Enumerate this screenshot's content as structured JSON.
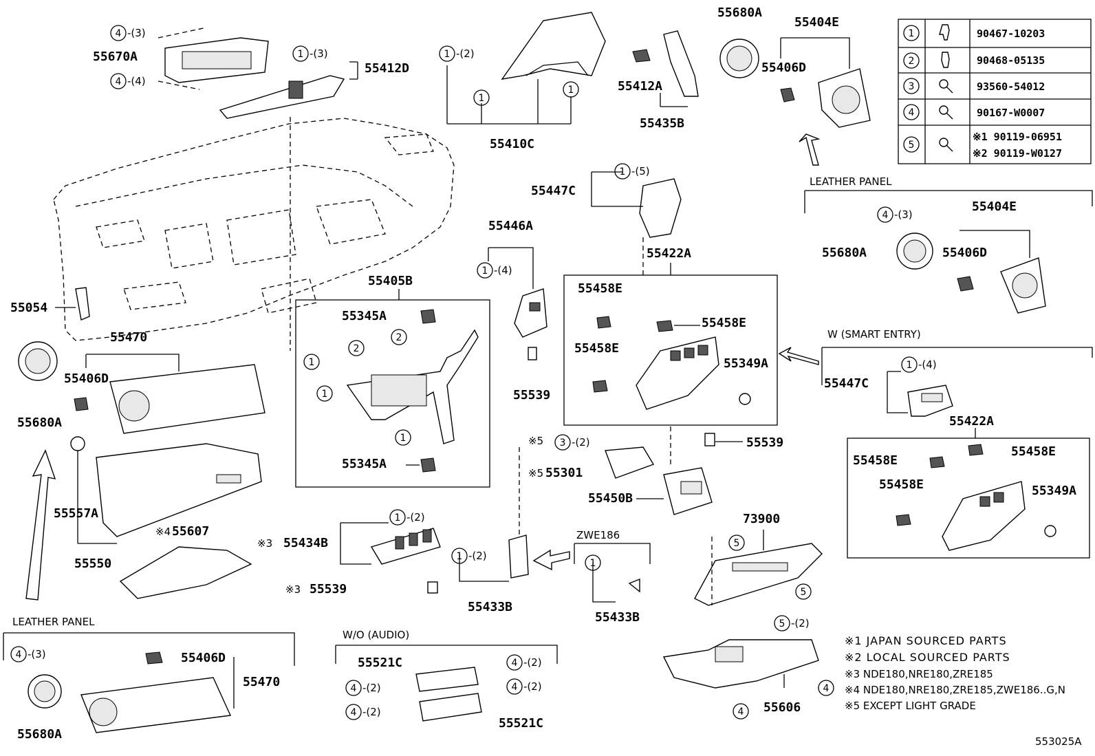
{
  "parts": {
    "p55670A": "55670A",
    "p55412D": "55412D",
    "p55410C": "55410C",
    "p55412A": "55412A",
    "p55435B": "55435B",
    "p55680A_top": "55680A",
    "p55404E_top": "55404E",
    "p55406D_top": "55406D",
    "p55447C_top": "55447C",
    "p55446A": "55446A",
    "p55422A_mid": "55422A",
    "p55458E_a": "55458E",
    "p55458E_b": "55458E",
    "p55458E_c": "55458E",
    "p55349A_mid": "55349A",
    "p55405B": "55405B",
    "p55345A_top": "55345A",
    "p55345A_bot": "55345A",
    "p55539_a": "55539",
    "p55539_b": "55539",
    "p55054": "55054",
    "p55470_top": "55470",
    "p55406D_left": "55406D",
    "p55680A_left": "55680A",
    "p55557A": "55557A",
    "p55550": "55550",
    "p55607": "55607",
    "p55434B": "55434B",
    "p55539_c": "55539",
    "p55301": "55301",
    "p55450B": "55450B",
    "p55433B_a": "55433B",
    "p55433B_b": "55433B",
    "p73900": "73900",
    "p55606": "55606",
    "p55680A_lp": "55680A",
    "p55404E_lp": "55404E",
    "p55406D_lp": "55406D",
    "p55447C_se": "55447C",
    "p55422A_se": "55422A",
    "p55458E_se1": "55458E",
    "p55458E_se2": "55458E",
    "p55458E_se3": "55458E",
    "p55349A_se": "55349A",
    "p55406D_bl": "55406D",
    "p55470_bl": "55470",
    "p55680A_bl": "55680A",
    "p55521C_a": "55521C",
    "p55521C_b": "55521C"
  },
  "qty": {
    "q4_3": "-(3)",
    "q4_4": "-(4)",
    "q1_3": "-(3)",
    "q1_2": "-(2)",
    "q1_5": "-(5)",
    "q1_4": "-(4)",
    "q3_2": "-(2)",
    "q1_2b": "-(2)",
    "q1_2c": "-(2)",
    "q5_2": "-(2)",
    "q4_3lp": "-(3)",
    "q1_4se": "-(4)",
    "q4_3bl": "-(3)",
    "q4_2a": "-(2)",
    "q4_2b": "-(2)",
    "q4_2c": "-(2)",
    "q4_2d": "-(2)"
  },
  "marks": {
    "m5a": "※5",
    "m5b": "※5",
    "m3a": "※3",
    "m3b": "※3",
    "m4": "※4"
  },
  "labels": {
    "leather_panel_top": "LEATHER PANEL",
    "smart_entry": "W (SMART ENTRY)",
    "zwe186": "ZWE186",
    "leather_panel_bottom": "LEATHER PANEL",
    "wo_audio": "W/O (AUDIO)",
    "figure_id": "553025A"
  },
  "legend_table": {
    "rows": [
      {
        "num": "1",
        "part": "90467-10203"
      },
      {
        "num": "2",
        "part": "90468-05135"
      },
      {
        "num": "3",
        "part": "93560-54012"
      },
      {
        "num": "4",
        "part": "90167-W0007"
      },
      {
        "num": "5",
        "part_1": "※1 90119-06951",
        "part_2": "※2 90119-W0127"
      }
    ]
  },
  "footnotes": [
    "※1 JAPAN SOURCED PARTS",
    "※2 LOCAL SOURCED PARTS",
    "※3 NDE180,NRE180,ZRE185",
    "※4 NDE180,NRE180,ZRE185,ZWE186..G,N",
    "※5 EXCEPT LIGHT GRADE"
  ]
}
